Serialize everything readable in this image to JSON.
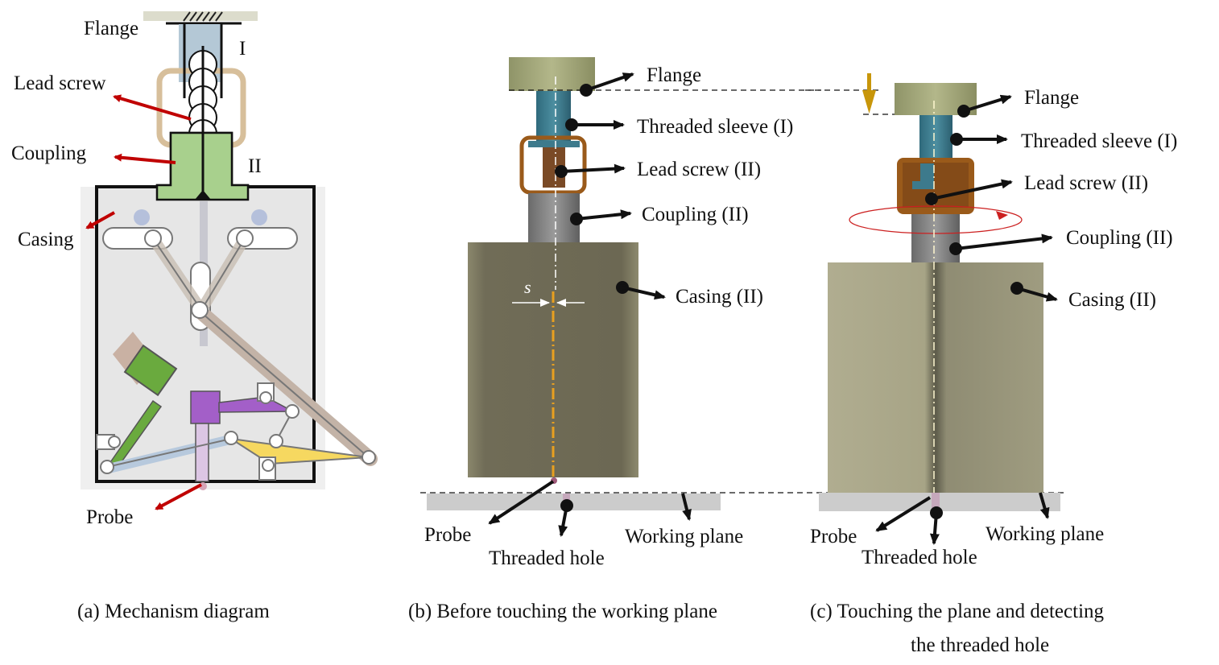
{
  "figure": {
    "panel_a": {
      "caption": "(a) Mechanism diagram",
      "labels": {
        "flange": "Flange",
        "lead_screw": "Lead screw",
        "coupling": "Coupling",
        "casing": "Casing",
        "probe": "Probe",
        "part_one": "I",
        "part_two": "II"
      }
    },
    "panel_b": {
      "caption": "(b) Before touching the working plane",
      "labels": {
        "flange": "Flange",
        "threaded_sleeve": "Threaded sleeve (I)",
        "lead_screw": "Lead screw (II)",
        "coupling": "Coupling (II)",
        "casing": "Casing (II)",
        "offset_symbol": "s",
        "probe": "Probe",
        "threaded_hole": "Threaded hole",
        "working_plane": "Working plane"
      }
    },
    "panel_c": {
      "caption_line1": "(c) Touching the plane and detecting",
      "caption_line2": "the threaded hole",
      "labels": {
        "flange": "Flange",
        "threaded_sleeve": "Threaded sleeve (I)",
        "lead_screw": "Lead screw (II)",
        "coupling": "Coupling (II)",
        "casing": "Casing (II)",
        "probe": "Probe",
        "threaded_hole": "Threaded hole",
        "working_plane": "Working plane"
      }
    },
    "colors": {
      "arrow_red": "#c00000",
      "flange_olive": "#a4a878",
      "sleeve_teal": "#3d7a8c",
      "lead_screw_brown": "#9a5a1a",
      "coupling_gray": "#7a7a7a",
      "casing_dark": "#6e6a55",
      "casing_light": "#a8a58a",
      "working_plane_gray": "#cccccc",
      "coupling_green": "#a8d08d",
      "down_arrow_gold": "#c8960a"
    }
  }
}
